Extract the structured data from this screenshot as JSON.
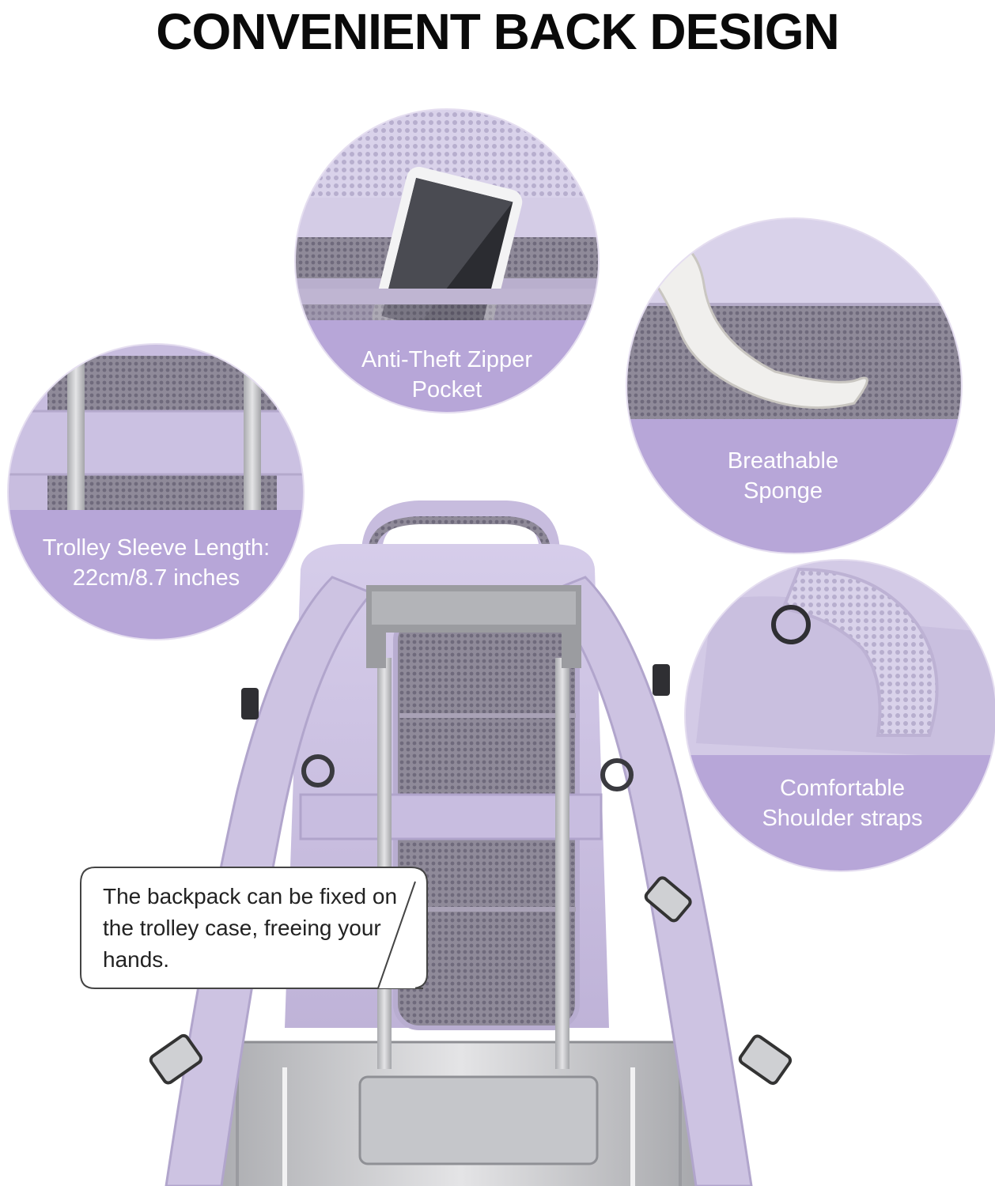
{
  "title": "CONVENIENT BACK DESIGN",
  "features": {
    "anti_theft": {
      "line1": "Anti-Theft Zipper",
      "line2": "Pocket",
      "icon": "tablet-in-pocket-icon"
    },
    "breathable": {
      "line1": "Breathable",
      "line2": "Sponge",
      "icon": "mesh-sponge-icon"
    },
    "trolley": {
      "line1": "Trolley Sleeve Length:",
      "line2": "22cm/8.7 inches",
      "icon": "trolley-sleeve-icon"
    },
    "shoulder": {
      "line1": "Comfortable",
      "line2": "Shoulder straps",
      "icon": "shoulder-strap-icon"
    }
  },
  "callout": {
    "text": "The backpack can be fixed on the trolley case, freeing your hands."
  },
  "colors": {
    "lavender": "#c9bde0",
    "label_purple": "#b7a6d8",
    "mesh_gray": "#8f8a99",
    "aluminum": "#c9c9cc",
    "text_dark": "#0a0a0a"
  }
}
